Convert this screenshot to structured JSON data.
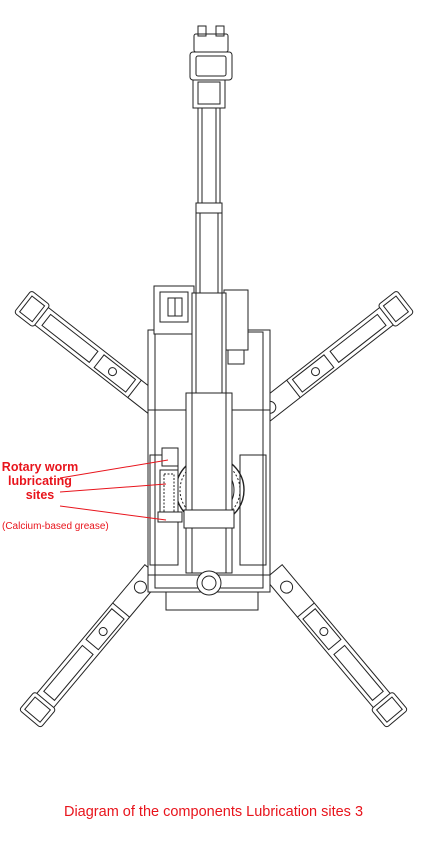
{
  "callout": {
    "line1": "Rotary worm",
    "line2": "lubricating",
    "line3": "sites",
    "note": "(Calcium-based grease)"
  },
  "caption": "Diagram of the components Lubrication sites 3",
  "colors": {
    "annotation": "#e8141c",
    "drawing": "#222222",
    "background": "#ffffff"
  }
}
